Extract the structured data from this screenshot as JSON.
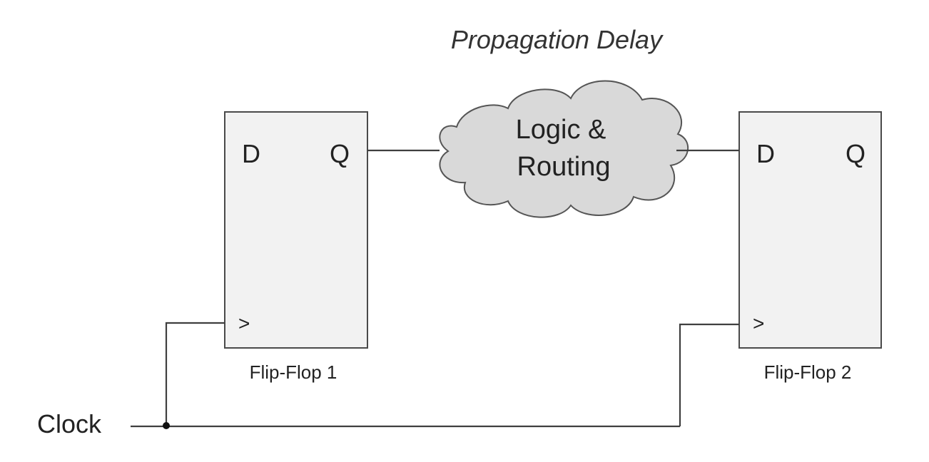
{
  "title": "Propagation Delay",
  "cloud": {
    "line1": "Logic &",
    "line2": "Routing"
  },
  "flip_flops": [
    {
      "caption": "Flip-Flop 1",
      "d_label": "D",
      "q_label": "Q",
      "clk_label": ">"
    },
    {
      "caption": "Flip-Flop 2",
      "d_label": "D",
      "q_label": "Q",
      "clk_label": ">"
    }
  ],
  "clock_label": "Clock",
  "colors": {
    "box_fill": "#f2f2f2",
    "cloud_fill": "#d9d9d9",
    "wire": "#3f3f3f",
    "text": "#222222"
  }
}
